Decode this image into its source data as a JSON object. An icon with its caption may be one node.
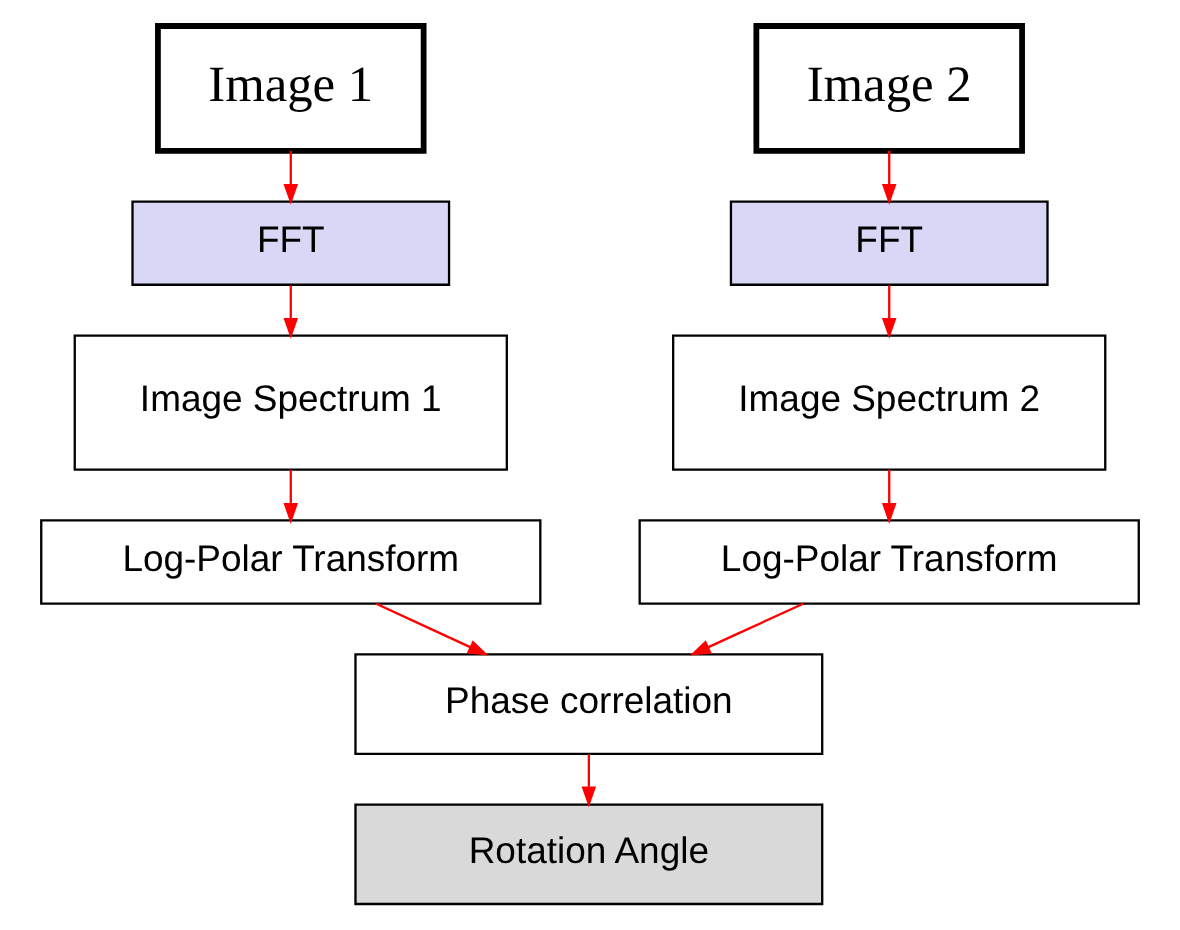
{
  "diagram": {
    "nodes": [
      {
        "text": [
          "Image 1"
        ]
      },
      {
        "text": [
          "Image 2"
        ]
      },
      {
        "text": [
          "FFT"
        ]
      },
      {
        "text": [
          "FFT"
        ]
      },
      {
        "text": [
          "Image Spectrum 1"
        ]
      },
      {
        "text": [
          "Image Spectrum 2"
        ]
      },
      {
        "text": [
          "Log-Polar Transform"
        ]
      },
      {
        "text": [
          "Log-Polar Transform"
        ]
      },
      {
        "text": [
          "Phase correlation"
        ]
      },
      {
        "text": [
          "Rotation Angle"
        ]
      }
    ],
    "edges": [
      {
        "from": 0,
        "to": 2,
        "arrow": "to"
      },
      {
        "from": 1,
        "to": 3,
        "arrow": "to"
      },
      {
        "from": 2,
        "to": 4,
        "arrow": "to"
      },
      {
        "from": 3,
        "to": 5,
        "arrow": "to"
      },
      {
        "from": 4,
        "to": 6,
        "arrow": "to"
      },
      {
        "from": 5,
        "to": 7,
        "arrow": "to"
      },
      {
        "from": 6,
        "to": 8,
        "arrow": "to"
      },
      {
        "from": 7,
        "to": 8,
        "arrow": "to"
      },
      {
        "from": 8,
        "to": 9,
        "arrow": "to"
      }
    ]
  }
}
